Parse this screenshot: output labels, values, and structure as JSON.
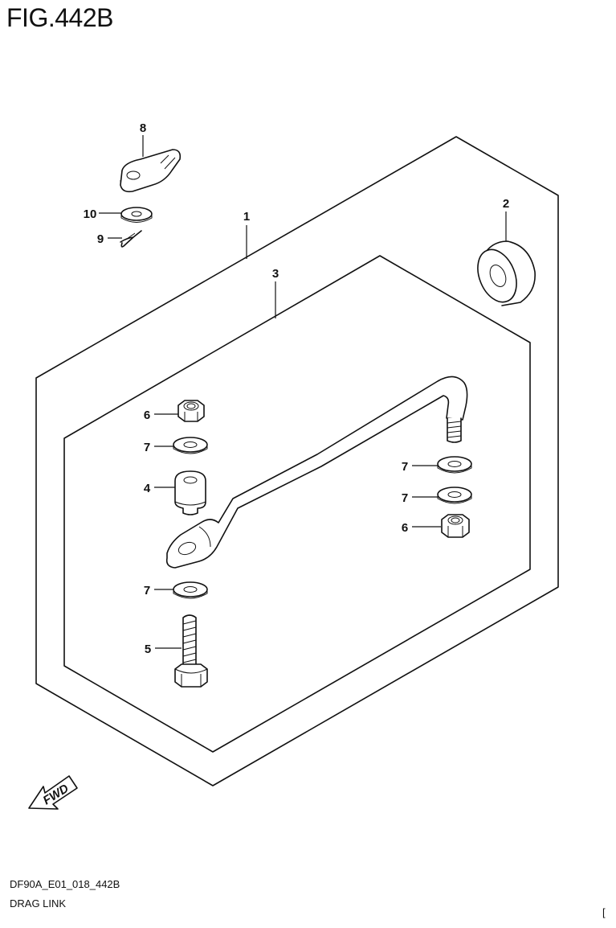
{
  "figure": {
    "title": "FIG.442B",
    "code": "DF90A_E01_018_442B",
    "name": "DRAG LINK",
    "corner_mark": "["
  },
  "callouts": {
    "c1": "1",
    "c2": "2",
    "c3": "3",
    "c4": "4",
    "c5": "5",
    "c6a": "6",
    "c6b": "6",
    "c7a": "7",
    "c7b": "7",
    "c7c": "7",
    "c7d": "7",
    "c8": "8",
    "c9": "9",
    "c10": "10"
  },
  "fwd_label": "FWD"
}
